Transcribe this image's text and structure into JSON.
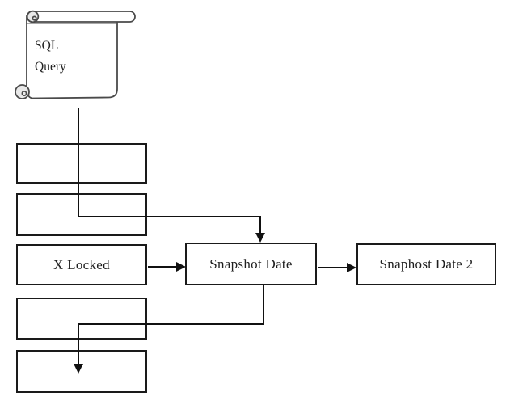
{
  "diagram": {
    "type": "flowchart",
    "background": "#ffffff",
    "nodes": {
      "scroll": {
        "shape": "vertical-scroll",
        "line1": "SQL",
        "line2": "Query"
      },
      "empty_top_1": {
        "shape": "rectangle",
        "label": ""
      },
      "empty_top_2": {
        "shape": "rectangle",
        "label": ""
      },
      "x_locked": {
        "shape": "rectangle",
        "label": "X Locked"
      },
      "snapshot_date": {
        "shape": "rectangle",
        "label": "Snapshot Date"
      },
      "snaphost_date_2": {
        "shape": "rectangle",
        "label": "Snaphost Date 2"
      },
      "empty_bottom_1": {
        "shape": "rectangle",
        "label": ""
      },
      "empty_bottom_2": {
        "shape": "rectangle",
        "label": ""
      }
    },
    "edges": [
      {
        "from": "scroll",
        "to": "snapshot_date",
        "style": "elbow",
        "arrow": "down",
        "path": "down through empty_top_1 and empty_top_2, right, down into top of snapshot_date"
      },
      {
        "from": "x_locked",
        "to": "snapshot_date",
        "style": "straight",
        "arrow": "right"
      },
      {
        "from": "snapshot_date",
        "to": "snaphost_date_2",
        "style": "straight",
        "arrow": "right"
      },
      {
        "from": "snapshot_date",
        "to": "empty_bottom_2",
        "style": "elbow",
        "arrow": "down",
        "path": "down from bottom of snapshot_date, left through empty_bottom_1, down into empty_bottom_2"
      }
    ],
    "colors": {
      "connector_line": "#111111",
      "box_border": "#1a1a1a",
      "box_fill": "#ffffff",
      "text": "#1f1f1f",
      "scroll_stroke": "#4a4a4a",
      "scroll_fill": "#ffffff",
      "scroll_curl_fill": "#e9e9e9"
    }
  }
}
